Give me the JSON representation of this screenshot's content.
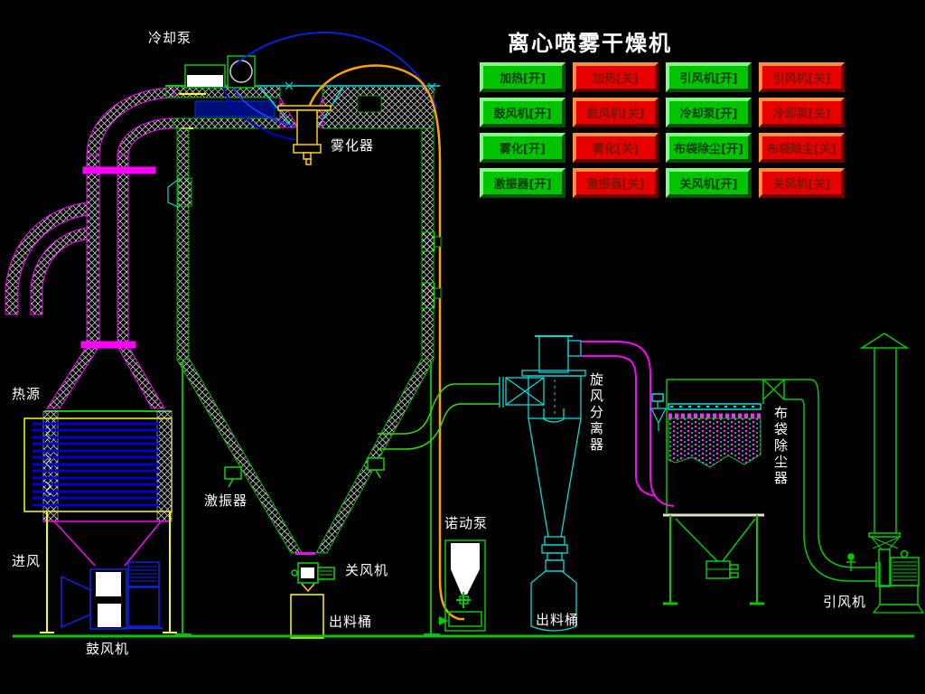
{
  "title": "离心喷雾干燥机",
  "panel": {
    "on_color": "#00c400",
    "off_color": "#e80000",
    "buttons": [
      {
        "label": "加热[开]",
        "state": "on"
      },
      {
        "label": "加热[关]",
        "state": "off"
      },
      {
        "label": "引风机[开]",
        "state": "on"
      },
      {
        "label": "引风机[关]",
        "state": "off"
      },
      {
        "label": "鼓风机[开]",
        "state": "on"
      },
      {
        "label": "鼓风机[关]",
        "state": "off"
      },
      {
        "label": "冷却泵[开]",
        "state": "on"
      },
      {
        "label": "冷却泵[关]",
        "state": "off"
      },
      {
        "label": "雾化[开]",
        "state": "on"
      },
      {
        "label": "雾化[关]",
        "state": "off"
      },
      {
        "label": "布袋除尘[开]",
        "state": "on"
      },
      {
        "label": "布袋除尘[关]",
        "state": "off"
      },
      {
        "label": "激振器[开]",
        "state": "on"
      },
      {
        "label": "激振器[关]",
        "state": "off"
      },
      {
        "label": "关风机[开]",
        "state": "on"
      },
      {
        "label": "关风机[关]",
        "state": "off"
      }
    ]
  },
  "labels": {
    "cooling_pump": "冷却泵",
    "atomizer": "雾化器",
    "heat_source": "热源",
    "air_inlet": "进风",
    "blower": "鼓风机",
    "vibrator": "激振器",
    "rotary_valve": "关风机",
    "discharge_barrel_left": "出料桶",
    "feed_pump": "诺动泵",
    "discharge_barrel_cyclone": "出料桶",
    "cyclone": "旋风分离器",
    "bag_filter": "布袋除尘器",
    "induced_fan": "引风机"
  },
  "colors": {
    "line_green": "#00cc00",
    "cyan": "#00dcdc",
    "magenta": "#ff00ff",
    "tube_blue": "#0000d8",
    "orange": "#ffa200",
    "yellow": "#ffff00",
    "white": "#ffffff"
  }
}
